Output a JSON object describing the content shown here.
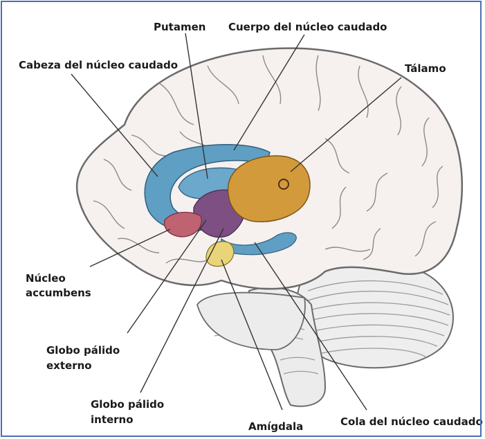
{
  "labels": {
    "putamen": "Putamen",
    "cuerpo_caudado": "Cuerpo del núcleo caudado",
    "cabeza_caudado": "Cabeza del núcleo caudado",
    "talamo": "Tálamo",
    "accumbens_1": "Núcleo",
    "accumbens_2": "accumbens",
    "globo_externo_1": "Globo pálido",
    "globo_externo_2": "externo",
    "globo_interno_1": "Globo pálido",
    "globo_interno_2": "interno",
    "amigdala": "Amígdala",
    "cola_caudado": "Cola del núcleo caudado"
  },
  "colors": {
    "brain_fill": "#f6f0ef",
    "brain_line": "#6a6a6a",
    "caudate": "#5f9fc3",
    "putamen": "#7e4f83",
    "thalamus": "#d39a3c",
    "accumbens": "#bf6271",
    "amygdala": "#e9d47a",
    "frame": "#4a6fb0"
  }
}
